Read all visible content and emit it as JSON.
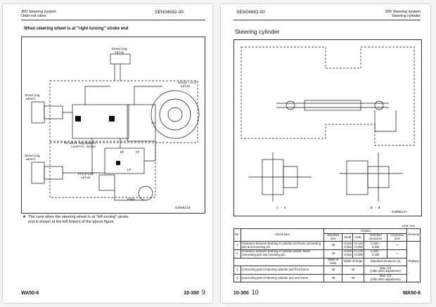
{
  "left_page": {
    "header": {
      "section": "300 Steering system",
      "subsection": "Orbit-roll valve",
      "doc_code": "SEN04692-00"
    },
    "subtitle": "When steering wheel is at \"right turning\" stroke end",
    "diagram_labels": {
      "steering_valve": "Steering\nvalve",
      "orbit_roll": "Orbit-roll\nvalve",
      "steering_wheel_top": "Steering\nwheel",
      "steering_wheel_bot": "Steering\nwheel",
      "to_work_equipment": "To work equipment\ncontrol valve",
      "priority_valve": "Priority\nvalve",
      "pump": "Pump",
      "port_ep": "EP",
      "port_cf": "CF",
      "port_lp": "LP",
      "figure_id": "SJ008110"
    },
    "note_bullet": "★",
    "note": "The case when the steering wheel is at \"left turning\" stroke end is shown at the left bottom of the above figure.",
    "footer": {
      "model": "WA50-6",
      "page_label": "10-300",
      "page_num": "9"
    }
  },
  "right_page": {
    "header": {
      "doc_code": "SEN04692-00",
      "section": "300 Steering system",
      "subsection": "Steering cylinder"
    },
    "title": "Steering cylinder",
    "diagram_labels": {
      "view_aa": "A – A",
      "view_bb": "B – B",
      "figure_id": "SJ008247"
    },
    "unit": "Unit: mm",
    "table": {
      "headers": {
        "no": "No.",
        "check_item": "Check item",
        "criteria": "Criteria",
        "remedy": "Remedy",
        "standard_size": "Standard size",
        "tolerance": "Tolerance",
        "shaft": "Shaft",
        "hole": "Hole",
        "standard_clearance": "Standard clearance",
        "clearance_limit": "Clearance limit"
      },
      "rows": [
        {
          "no": "1",
          "item": "Clearance between bushing in cylinder rod frame connecting part and mounting pin",
          "size": "35",
          "shaft": "-0.025\n-0.064",
          "hole": "+0.142\n+0.080",
          "std": "0.105 –\n0.206",
          "limit": "—"
        },
        {
          "no": "2",
          "item": "Clearance between bushing in cylinder bottom frame connecting part and mounting pin",
          "size": "35",
          "shaft": "-0.025\n-0.064",
          "hole": "+0.142\n+0.080",
          "std": "0.105 –\n0.206",
          "limit": "—"
        }
      ],
      "sub_headers": {
        "boss": "Width of boss",
        "hinge": "Width of hinge",
        "std_clear_a": "Standard clearance (a)"
      },
      "rows_b": [
        {
          "no": "3",
          "item": "Connecting part of steering cylinder and front frame",
          "boss": "45",
          "hinge": "48",
          "clear": "Max. 0.5\n(After shim adjustment)"
        },
        {
          "no": "4",
          "item": "Connecting part of steering cylinder and rear frame",
          "boss": "45",
          "hinge": "48",
          "clear": "Max. 0.5\n(After shim adjustment)"
        }
      ],
      "remedy": "Replace"
    },
    "footer": {
      "page_label": "10-300",
      "page_num": "10",
      "model": "WA50-6"
    }
  }
}
